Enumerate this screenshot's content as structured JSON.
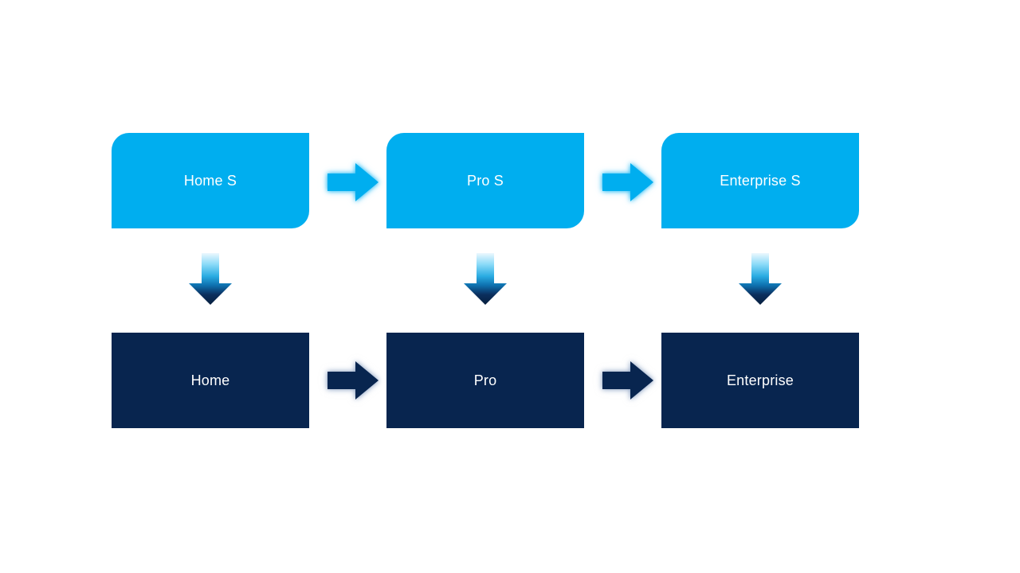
{
  "page": {
    "background": "#FFFFFF"
  },
  "colors": {
    "primary_blue": "#00AEEF",
    "dark_navy": "#08254F",
    "text_color": "#FFFFFF",
    "page_bg": "#FFFFFF"
  },
  "diagram": {
    "type": "flow",
    "rows": 2,
    "columns_count": 3,
    "columns": [
      {
        "top": "Home S",
        "bottom": "Home"
      },
      {
        "top": "Pro S",
        "bottom": "Pro"
      },
      {
        "top": "Enterprise S",
        "bottom": "Enterprise"
      }
    ],
    "connectors": {
      "horizontal_icon": "right-arrow-icon",
      "vertical_icon": "down-arrow-icon",
      "horizontal_top_count": 2,
      "horizontal_bottom_count": 2,
      "vertical_count": 3
    }
  }
}
